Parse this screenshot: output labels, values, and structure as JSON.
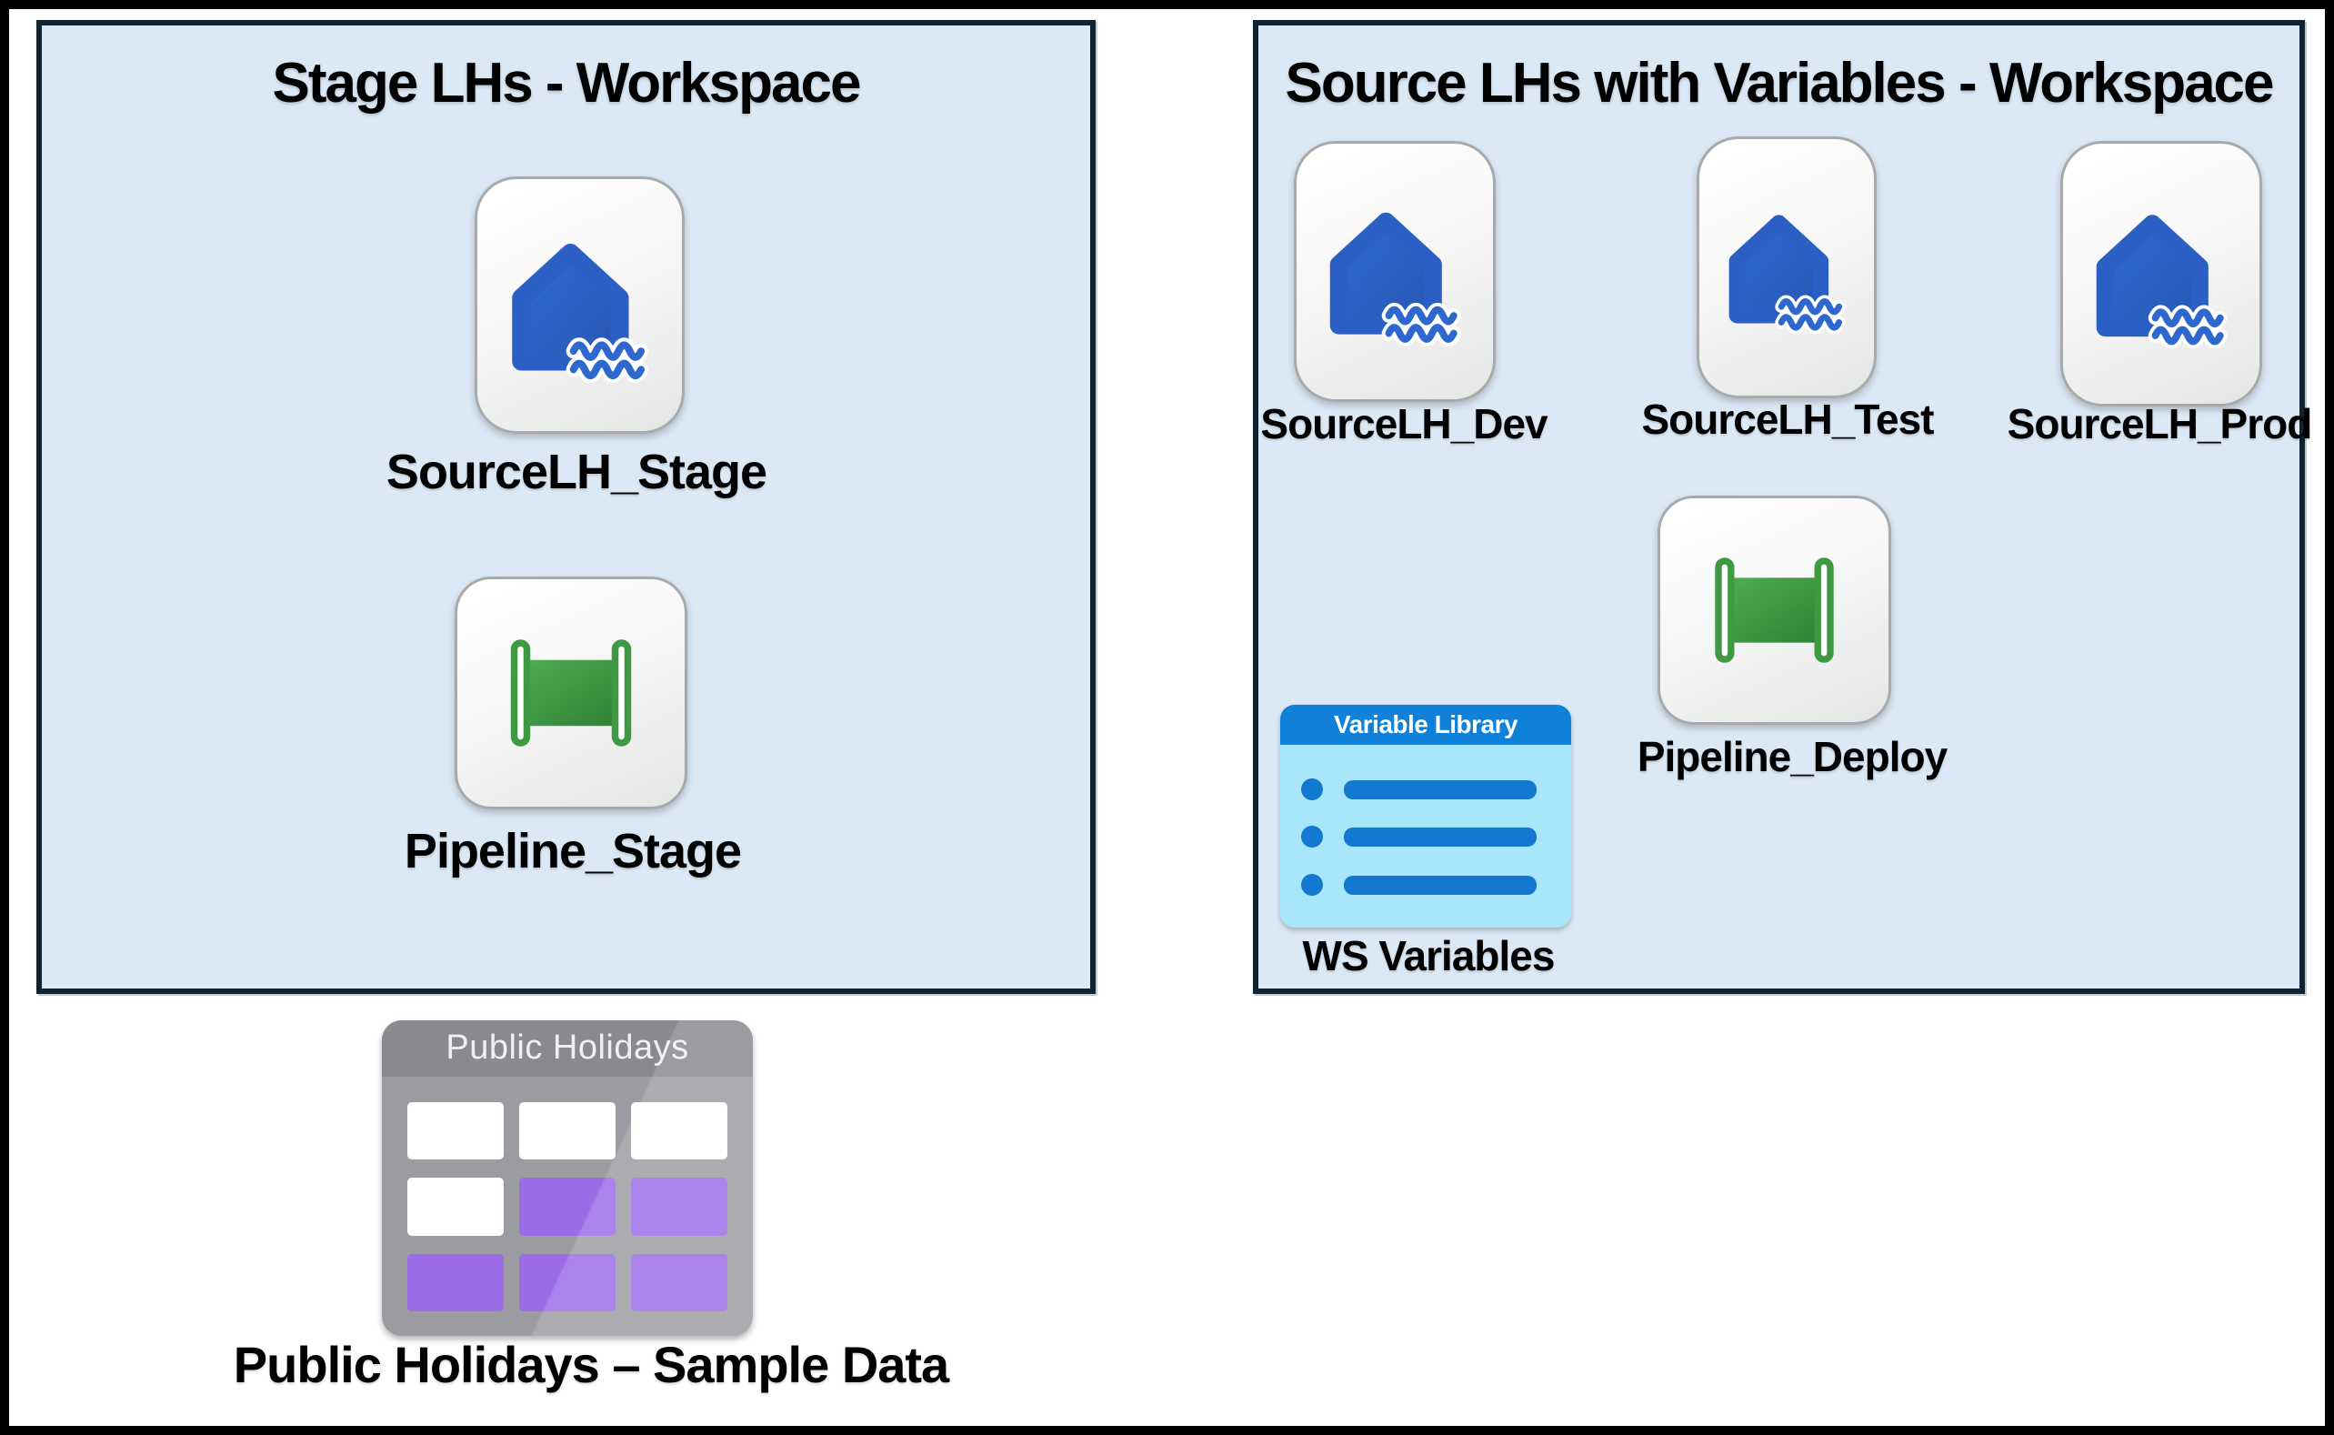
{
  "workspaces": [
    {
      "title": "Stage LHs - Workspace",
      "items": [
        {
          "label": "SourceLH_Stage",
          "type": "lakehouse"
        },
        {
          "label": "Pipeline_Stage",
          "type": "pipeline"
        }
      ]
    },
    {
      "title": "Source LHs with Variables - Workspace",
      "items": [
        {
          "label": "SourceLH_Dev",
          "type": "lakehouse"
        },
        {
          "label": "SourceLH_Test",
          "type": "lakehouse"
        },
        {
          "label": "SourceLH_Prod",
          "type": "lakehouse"
        },
        {
          "label": "Pipeline_Deploy",
          "type": "pipeline"
        },
        {
          "label": "WS Variables",
          "type": "variable-library",
          "icon_title": "Variable Library"
        }
      ]
    }
  ],
  "standalone": {
    "table_icon_title": "Public Holidays",
    "label": "Public Holidays – Sample Data",
    "grid": [
      [
        "white",
        "white",
        "white"
      ],
      [
        "white",
        "purple",
        "purple"
      ],
      [
        "purple",
        "purple",
        "purple"
      ]
    ]
  },
  "colors": {
    "box_bg": "#dbe9f7",
    "box_border": "#0f2430",
    "lakehouse_blue": "#2b5fc4",
    "wave_blue": "#2e68cf",
    "pipeline_green": "#3f9943",
    "varlib_header_bg": "#0f81d9",
    "varlib_body_bg": "#a8e6fc",
    "varlib_row_blue": "#1278d0",
    "table_gray": "#9b9ba1",
    "table_header_gray": "#89898e",
    "cell_purple": "#9a6ce6",
    "cell_white": "#ffffff"
  }
}
